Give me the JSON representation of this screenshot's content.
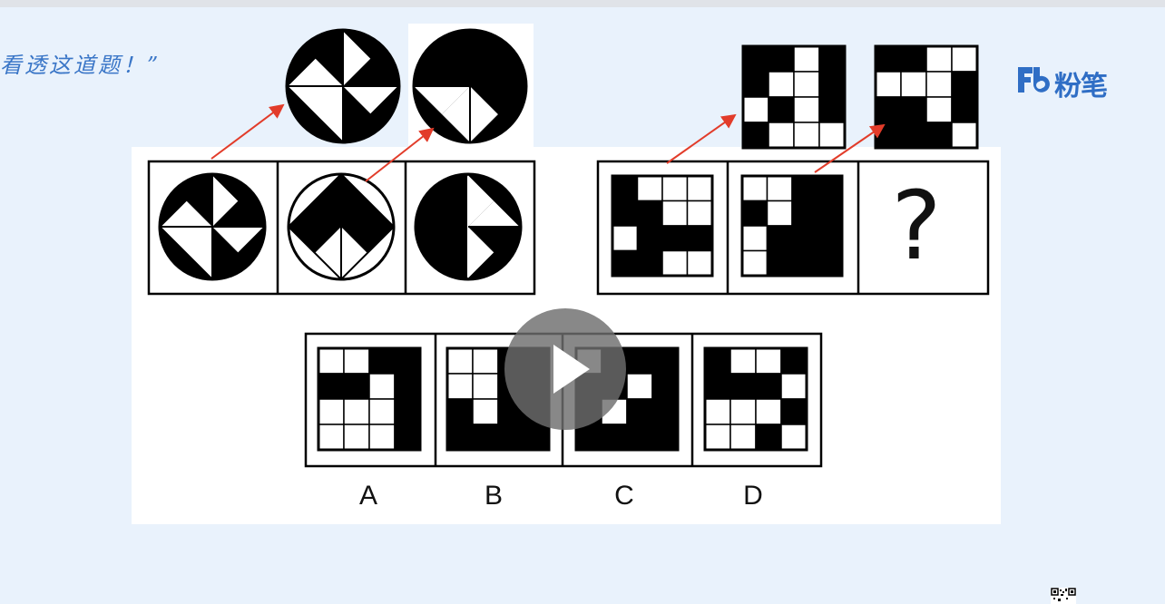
{
  "header": {
    "handwritten_caption": "看透这道题！”"
  },
  "logo": {
    "mark": "Fb",
    "name": "粉笔"
  },
  "puzzle": {
    "question_mark": "?",
    "options": [
      "A",
      "B",
      "C",
      "D"
    ]
  },
  "player": {
    "play_button_label": "play"
  },
  "colors": {
    "accent": "#2f6ec5",
    "arrow": "#e23c2a",
    "background": "#e9f2fc"
  }
}
